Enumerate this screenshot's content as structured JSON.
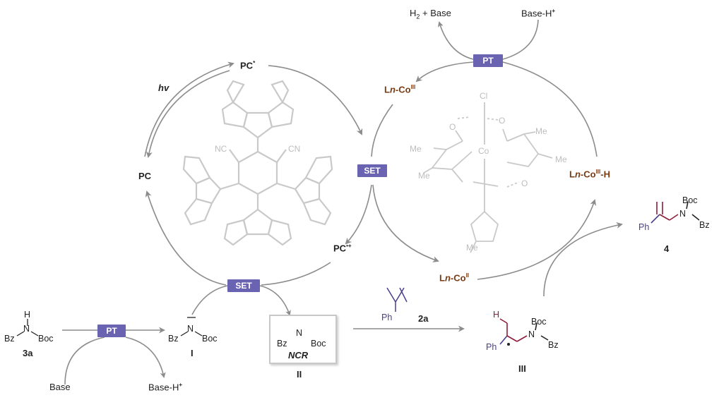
{
  "labels": {
    "pc_star": "PC",
    "pc_star_sup": "*",
    "hv": "hv",
    "pc": "PC",
    "pc_radcat": "PC",
    "pc_radcat_sup": "•+",
    "h2_base": "H",
    "h2_sub": "2",
    "h2_rest": " + Base",
    "base_h_top": "Base-H",
    "plus_sign": "+",
    "pt_top": "PT",
    "pt_bottom": "PT",
    "set_center": "SET",
    "set_bottom": "SET",
    "co3_left_prefix": "L",
    "co3_left_n": "n",
    "co3_left_rest": "-Co",
    "co3_left_sup": "III",
    "co3h_prefix": "L",
    "co3h_n": "n",
    "co3h_rest": "-Co",
    "co3h_sup": "III",
    "co3h_tail": "-H",
    "co2_prefix": "L",
    "co2_n": "n",
    "co2_rest": "-Co",
    "co2_sup": "II",
    "base_bottom": "Base",
    "base_h_bottom": "Base-H",
    "cmpd_3a": "3a",
    "cmpd_I": "I",
    "cmpd_II": "II",
    "cmpd_III": "III",
    "cmpd_2a": "2a",
    "cmpd_4": "4",
    "ncr": "NCR"
  },
  "atoms": {
    "bz": "Bz",
    "boc": "Boc",
    "n": "N",
    "h": "H",
    "ph": "Ph",
    "nc": "NC",
    "cn": "CN",
    "cl": "Cl",
    "co": "Co",
    "me": "Me",
    "o": "O"
  },
  "colors": {
    "box": "#6a63b2",
    "arrow": "#8c8c8c",
    "cobalt_label": "#7a3b12",
    "structure_gray": "#c9c9c9",
    "purple_bond": "#4a3f8c",
    "red_bond": "#8d1e3c"
  }
}
